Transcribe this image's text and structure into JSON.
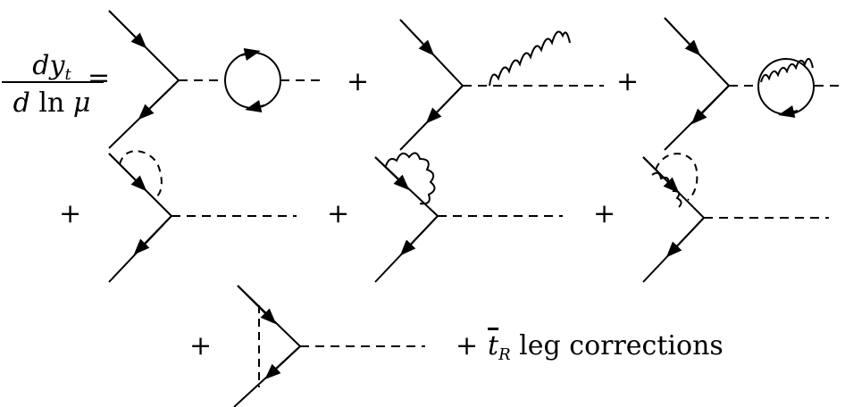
{
  "equation": {
    "lhs_numerator": "dy",
    "lhs_numerator_sub": "t",
    "lhs_denominator_d": "d",
    "lhs_denominator_ln": "ln",
    "lhs_denominator_mu": "μ",
    "equals": "=",
    "plus": "+",
    "tail_bar_symbol": "t",
    "tail_sub": "R",
    "tail_text": "leg corrections"
  },
  "diagrams": [
    {
      "id": "higgs-fermion-loop",
      "type": "higgs-self-energy-fermion-loop"
    },
    {
      "id": "higgs-gauge-bubble",
      "type": "higgs-self-energy-gauge-bubble"
    },
    {
      "id": "higgs-gauge-loop",
      "type": "higgs-self-energy-fermion-loop-with-gauge"
    },
    {
      "id": "leg-scalar",
      "type": "quark-leg-scalar-correction"
    },
    {
      "id": "leg-gauge",
      "type": "quark-leg-gauge-correction"
    },
    {
      "id": "leg-mixed",
      "type": "quark-leg-mixed-correction"
    },
    {
      "id": "vertex-triangle",
      "type": "vertex-triangle-scalar"
    }
  ]
}
